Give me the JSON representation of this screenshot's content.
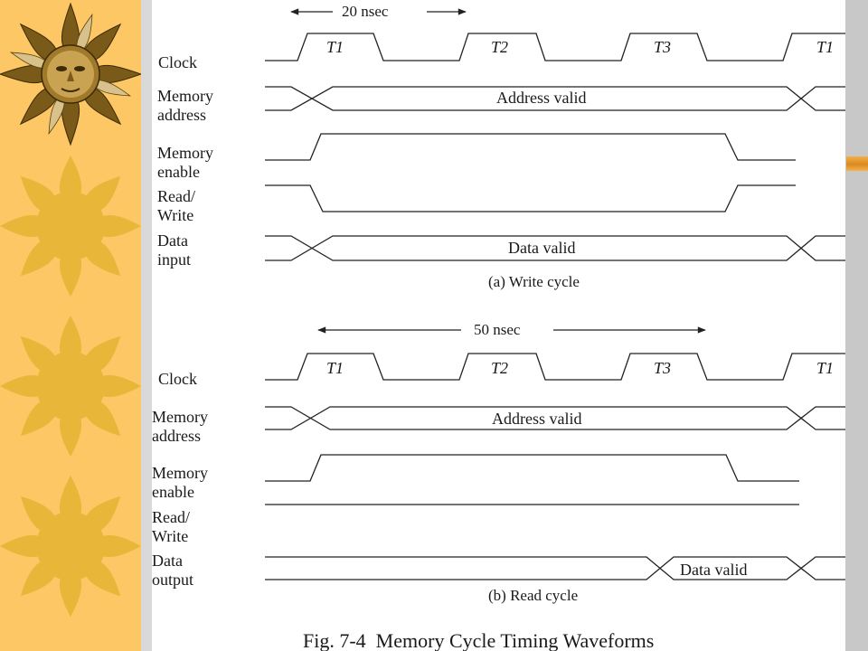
{
  "figure_caption": "Fig. 7-4  Memory Cycle Timing Waveforms",
  "write_cycle": {
    "caption": "(a) Write cycle",
    "duration": "20 nsec",
    "clock_label": "Clock",
    "states": [
      "T1",
      "T2",
      "T3",
      "T1"
    ],
    "address_label_1": "Memory",
    "address_label_2": "address",
    "address_text": "Address valid",
    "enable_label_1": "Memory",
    "enable_label_2": "enable",
    "rw_label_1": "Read/",
    "rw_label_2": "Write",
    "data_label_1": "Data",
    "data_label_2": "input",
    "data_text": "Data valid"
  },
  "read_cycle": {
    "caption": "(b) Read cycle",
    "duration": "50 nsec",
    "clock_label": "Clock",
    "states": [
      "T1",
      "T2",
      "T3",
      "T1"
    ],
    "address_label_1": "Memory",
    "address_label_2": "address",
    "address_text": "Address valid",
    "enable_label_1": "Memory",
    "enable_label_2": "enable",
    "rw_label_1": "Read/",
    "rw_label_2": "Write",
    "data_label_1": "Data",
    "data_label_2": "output",
    "data_text": "Data valid"
  },
  "colors": {
    "left_band": "#fcc764",
    "sun_gold": "#e8b73a",
    "ink": "#222222"
  },
  "icons": [
    "sun-face-icon",
    "sun-icon"
  ]
}
